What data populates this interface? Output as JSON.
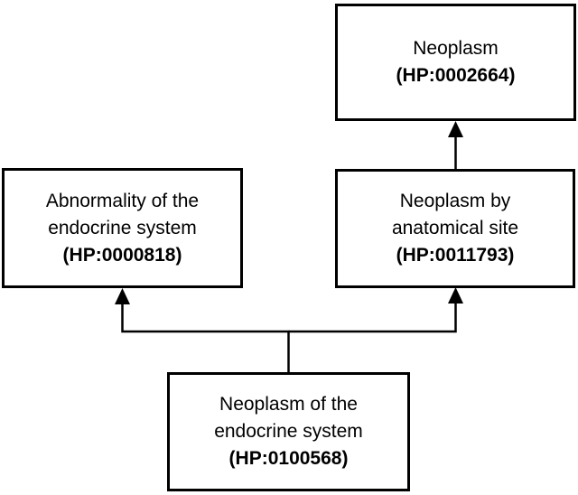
{
  "diagram": {
    "type": "ontology-hierarchy",
    "colors": {
      "background": "#ffffff",
      "line": "#000000",
      "box_border": "#000000",
      "text": "#000000"
    },
    "nodes": [
      {
        "term": "Neoplasm",
        "hp_id": "(HP:0002664)",
        "lines": [
          "Neoplasm"
        ]
      },
      {
        "term": "Abnormality of the endocrine system",
        "hp_id": "(HP:0000818)",
        "lines": [
          "Abnormality of the",
          "endocrine system"
        ]
      },
      {
        "term": "Neoplasm by anatomical site",
        "hp_id": "(HP:0011793)",
        "lines": [
          "Neoplasm by",
          "anatomical site"
        ]
      },
      {
        "term": "Neoplasm of the endocrine system",
        "hp_id": "(HP:0100568)",
        "lines": [
          "Neoplasm of the",
          "endocrine system"
        ]
      }
    ],
    "edges": [
      {
        "from": "Neoplasm by anatomical site",
        "to": "Neoplasm",
        "style": "arrow-up"
      },
      {
        "from": "Neoplasm of the endocrine system",
        "to": "Abnormality of the endocrine system",
        "style": "arrow-up"
      },
      {
        "from": "Neoplasm of the endocrine system",
        "to": "Neoplasm by anatomical site",
        "style": "arrow-up"
      }
    ]
  }
}
